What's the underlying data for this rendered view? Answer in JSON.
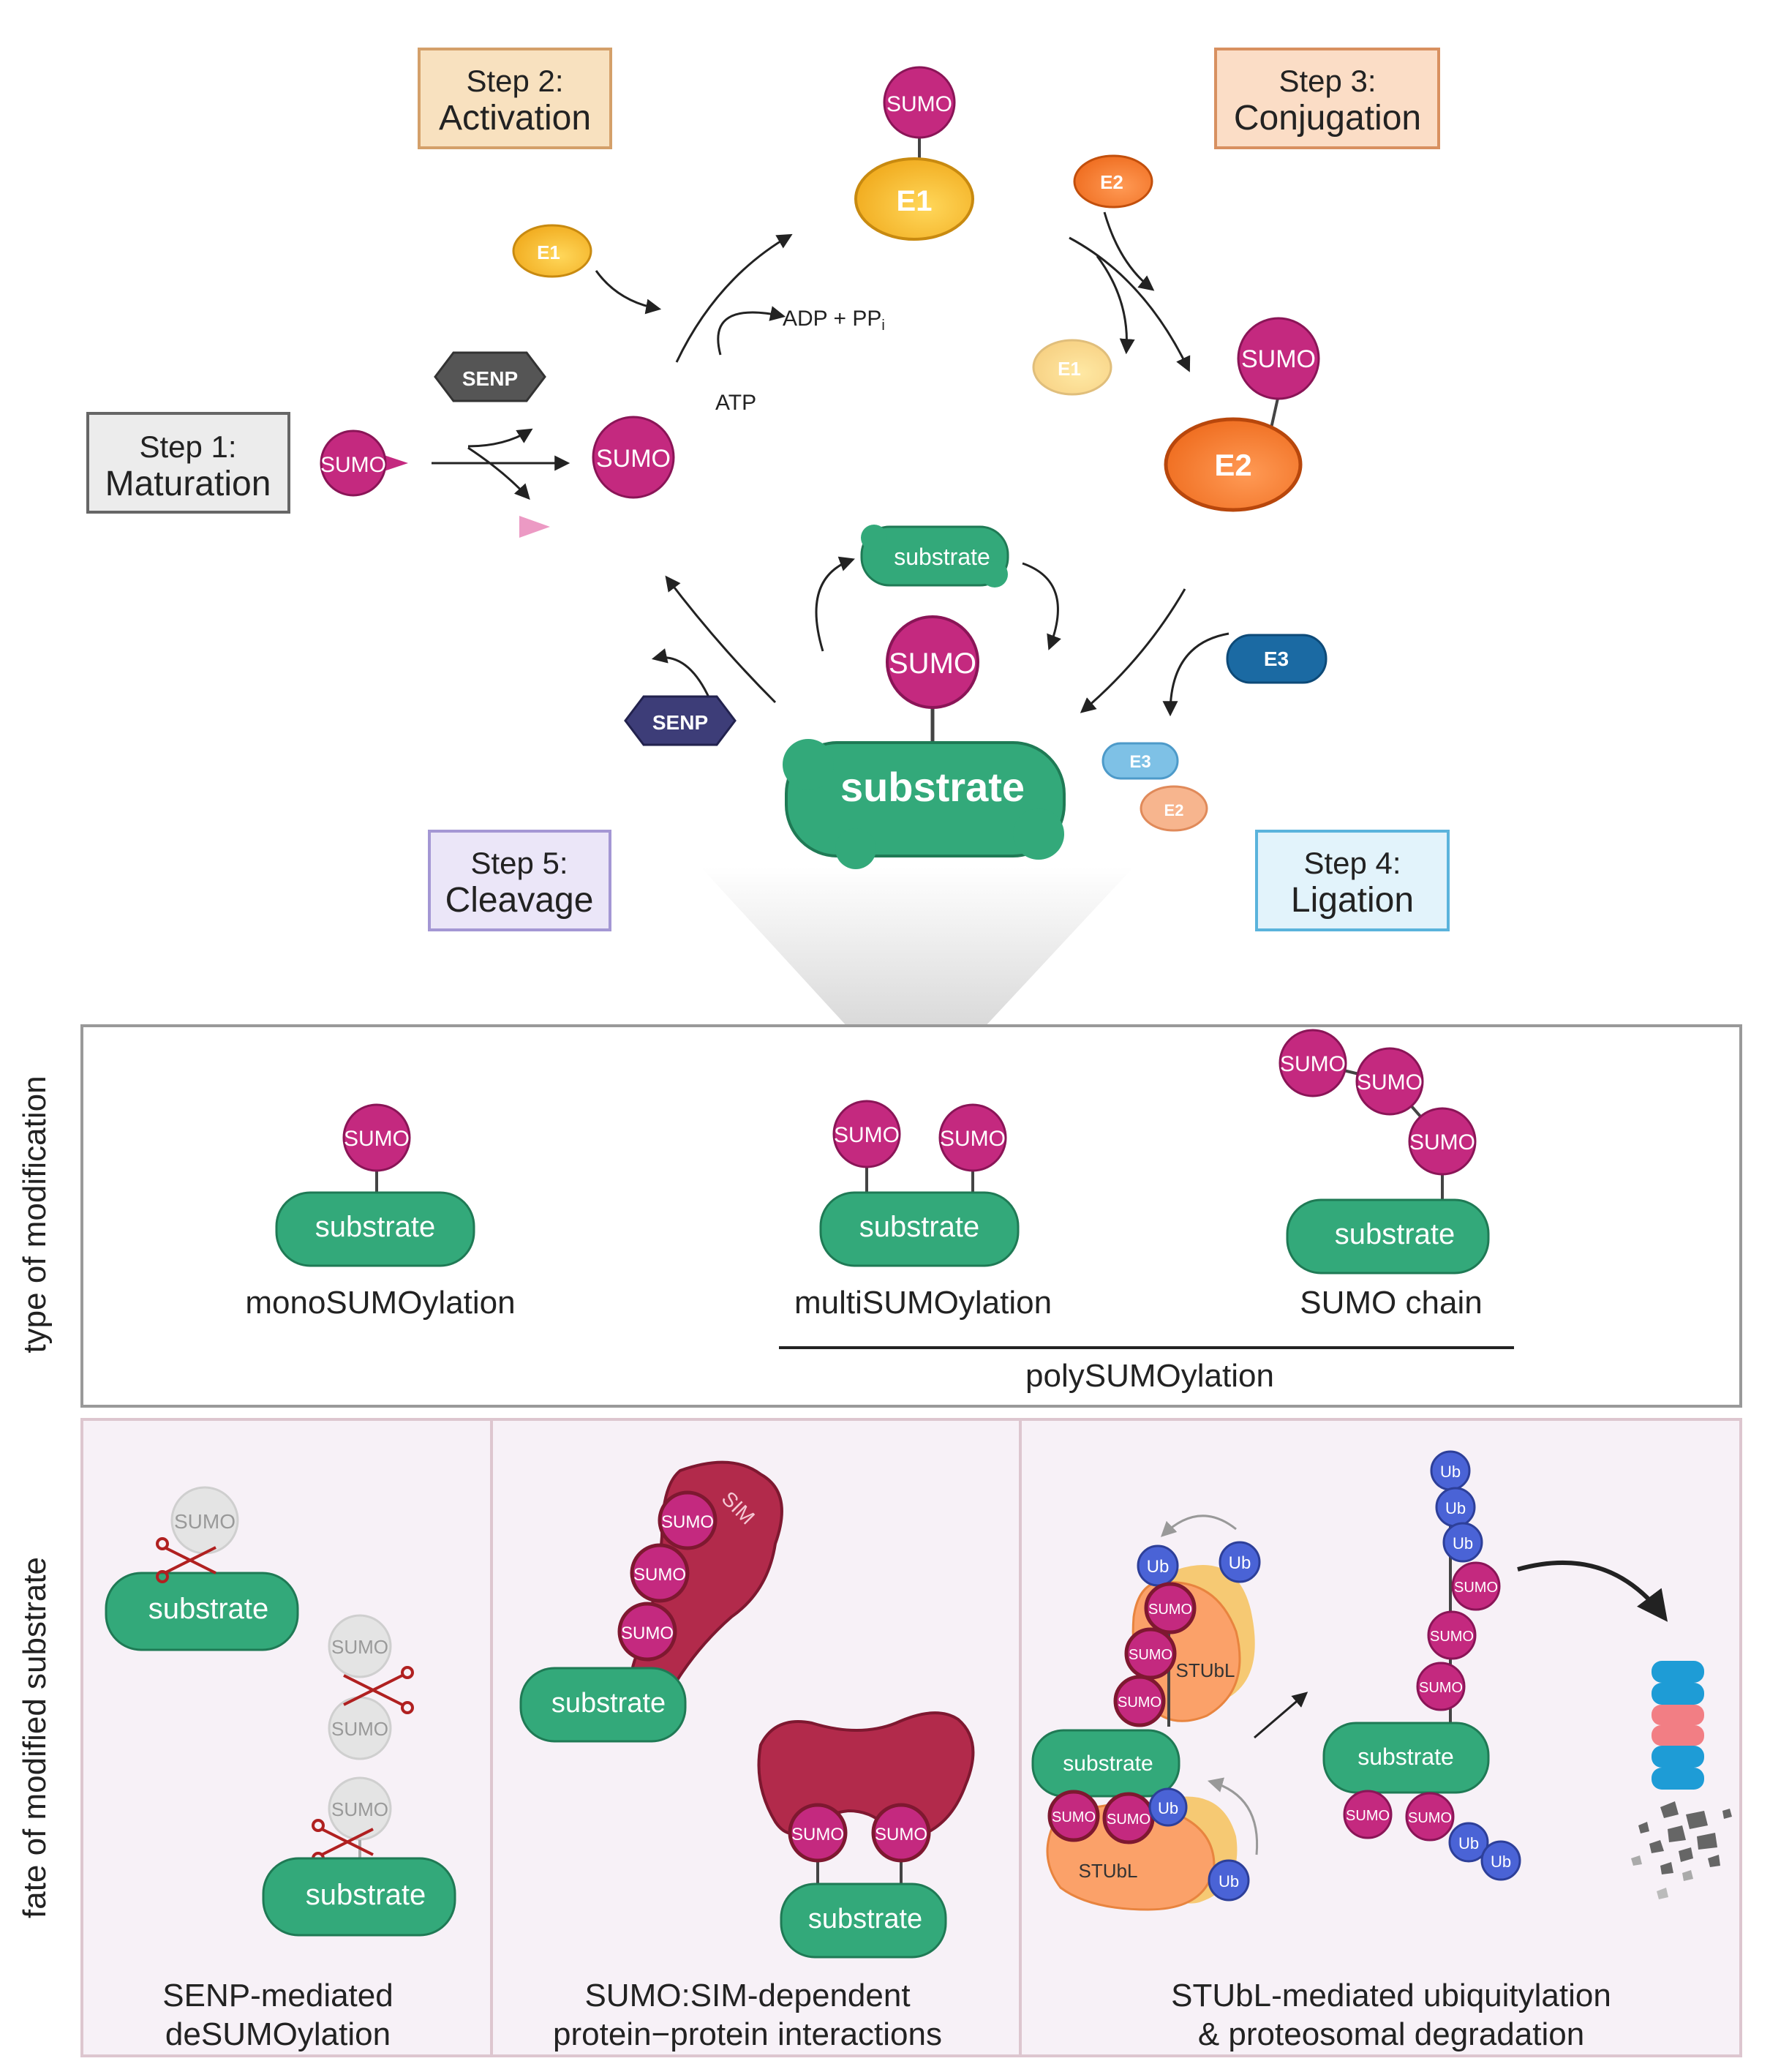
{
  "steps": {
    "step1": {
      "label": "Step 1:",
      "name": "Maturation"
    },
    "step2": {
      "label": "Step 2:",
      "name": "Activation"
    },
    "step3": {
      "label": "Step 3:",
      "name": "Conjugation"
    },
    "step4": {
      "label": "Step 4:",
      "name": "Ligation"
    },
    "step5": {
      "label": "Step 5:",
      "name": "Cleavage"
    }
  },
  "molecules": {
    "sumo": "SUMO",
    "e1": "E1",
    "e2": "E2",
    "e3": "E3",
    "senp": "SENP",
    "substrate": "substrate",
    "ub": "Ub",
    "stubl": "STUbL",
    "sim": "SIM"
  },
  "reaction": {
    "products": "ADP + PP",
    "products_subscript": "i",
    "atp": "ATP"
  },
  "types": {
    "side_label": "type of modification",
    "mono": "monoSUMOylation",
    "multi": "multiSUMOylation",
    "chain": "SUMO chain",
    "poly": "polySUMOylation"
  },
  "fates": {
    "side_label": "fate of modified substrate",
    "desumo": {
      "line1": "SENP-mediated",
      "line2": "deSUMOylation"
    },
    "sim": {
      "line1": "SUMO:SIM-dependent",
      "line2": "protein−protein interactions"
    },
    "stubl": {
      "line1": "STUbL-mediated ubiquitylation",
      "line2": "& proteosomal degradation"
    }
  },
  "colors": {
    "sumo": "#c4297f",
    "substrate": "#33a97a",
    "e1": "#f2b320",
    "e2": "#f26f21",
    "e3": "#1d6fa6",
    "senp": "#505050",
    "ub": "#4a63d6",
    "sim_protein": "#b22a4b",
    "fate_bg": "#f7f1f7"
  }
}
